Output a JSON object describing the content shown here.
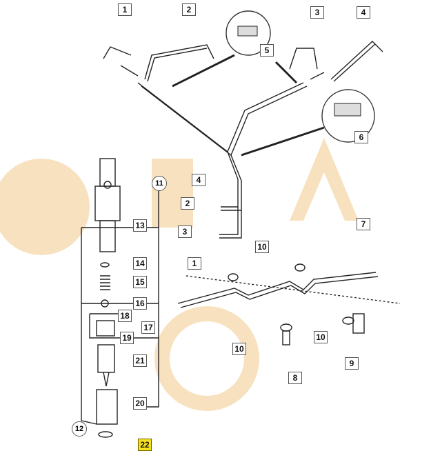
{
  "diagram": {
    "highlight_color": "#f7e31b",
    "watermark_color": "#f3c98a",
    "callouts": {
      "c1": "1",
      "c2": "2",
      "c3": "3",
      "c4": "4",
      "c5": "5",
      "c6": "6",
      "c2b": "2",
      "c3b": "3",
      "c4b": "4",
      "c1b": "1",
      "c7": "7",
      "c8": "8",
      "c9": "9",
      "c10a": "10",
      "c10b": "10",
      "c10c": "10",
      "c11": "11",
      "c12": "12",
      "c13": "13",
      "c14": "14",
      "c15": "15",
      "c16": "16",
      "c17": "17",
      "c18": "18",
      "c19": "19",
      "c20": "20",
      "c21": "21",
      "c22": "22"
    },
    "highlighted_part": "22"
  }
}
